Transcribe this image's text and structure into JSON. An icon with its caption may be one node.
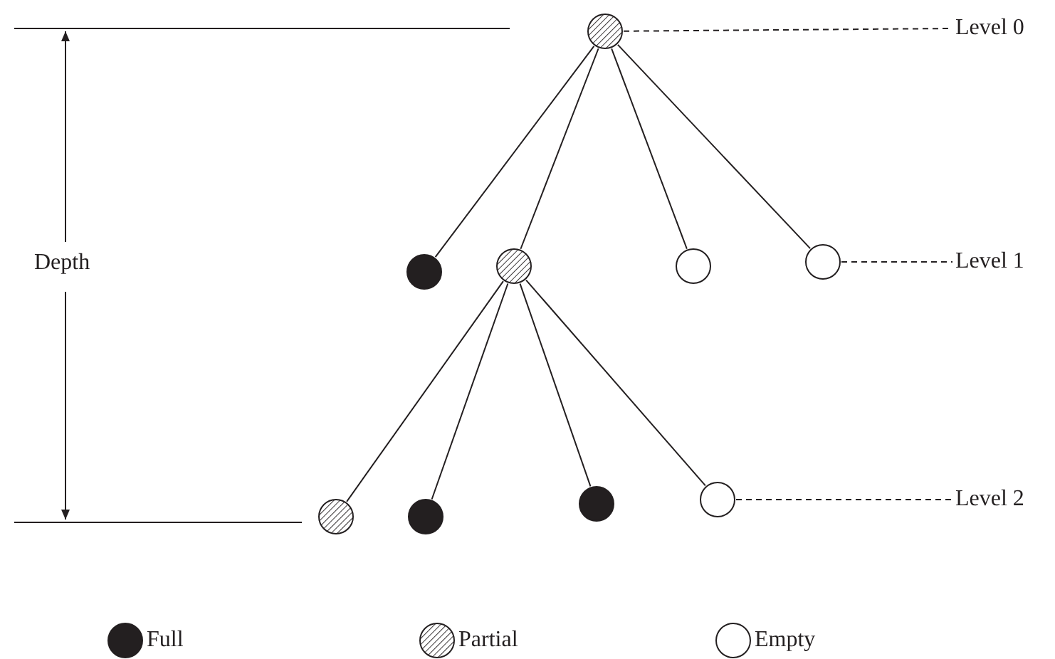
{
  "diagram": {
    "nodes": [
      {
        "text": [],
        "shape": "circle"
      },
      {
        "text": [],
        "shape": "circle"
      },
      {
        "text": [],
        "shape": "circle"
      },
      {
        "text": [],
        "shape": "circle"
      },
      {
        "text": [],
        "shape": "circle"
      },
      {
        "text": [],
        "shape": "circle"
      },
      {
        "text": [],
        "shape": "circle"
      },
      {
        "text": [],
        "shape": "circle"
      },
      {
        "text": [],
        "shape": "circle"
      },
      {
        "text": [
          "Level 0"
        ]
      },
      {
        "text": [
          "Level 1"
        ]
      },
      {
        "text": [
          "Level 2"
        ]
      }
    ],
    "edges": [
      {
        "from": 0,
        "to": 1,
        "arrow": "none"
      },
      {
        "from": 0,
        "to": 2,
        "arrow": "none"
      },
      {
        "from": 0,
        "to": 3,
        "arrow": "none"
      },
      {
        "from": 0,
        "to": 4,
        "arrow": "none"
      },
      {
        "from": 2,
        "to": 5,
        "arrow": "none"
      },
      {
        "from": 2,
        "to": 6,
        "arrow": "none"
      },
      {
        "from": 2,
        "to": 7,
        "arrow": "none"
      },
      {
        "from": 2,
        "to": 8,
        "arrow": "none"
      },
      {
        "from": 0,
        "to": 9,
        "arrow": "none",
        "style": "dashed"
      },
      {
        "from": 4,
        "to": 10,
        "arrow": "none",
        "style": "dashed"
      },
      {
        "from": 8,
        "to": 11,
        "arrow": "none",
        "style": "dashed"
      }
    ],
    "labels": [
      "Depth"
    ],
    "legend": [
      {
        "text": "Full"
      },
      {
        "text": "Partial"
      },
      {
        "text": "Empty"
      }
    ]
  }
}
